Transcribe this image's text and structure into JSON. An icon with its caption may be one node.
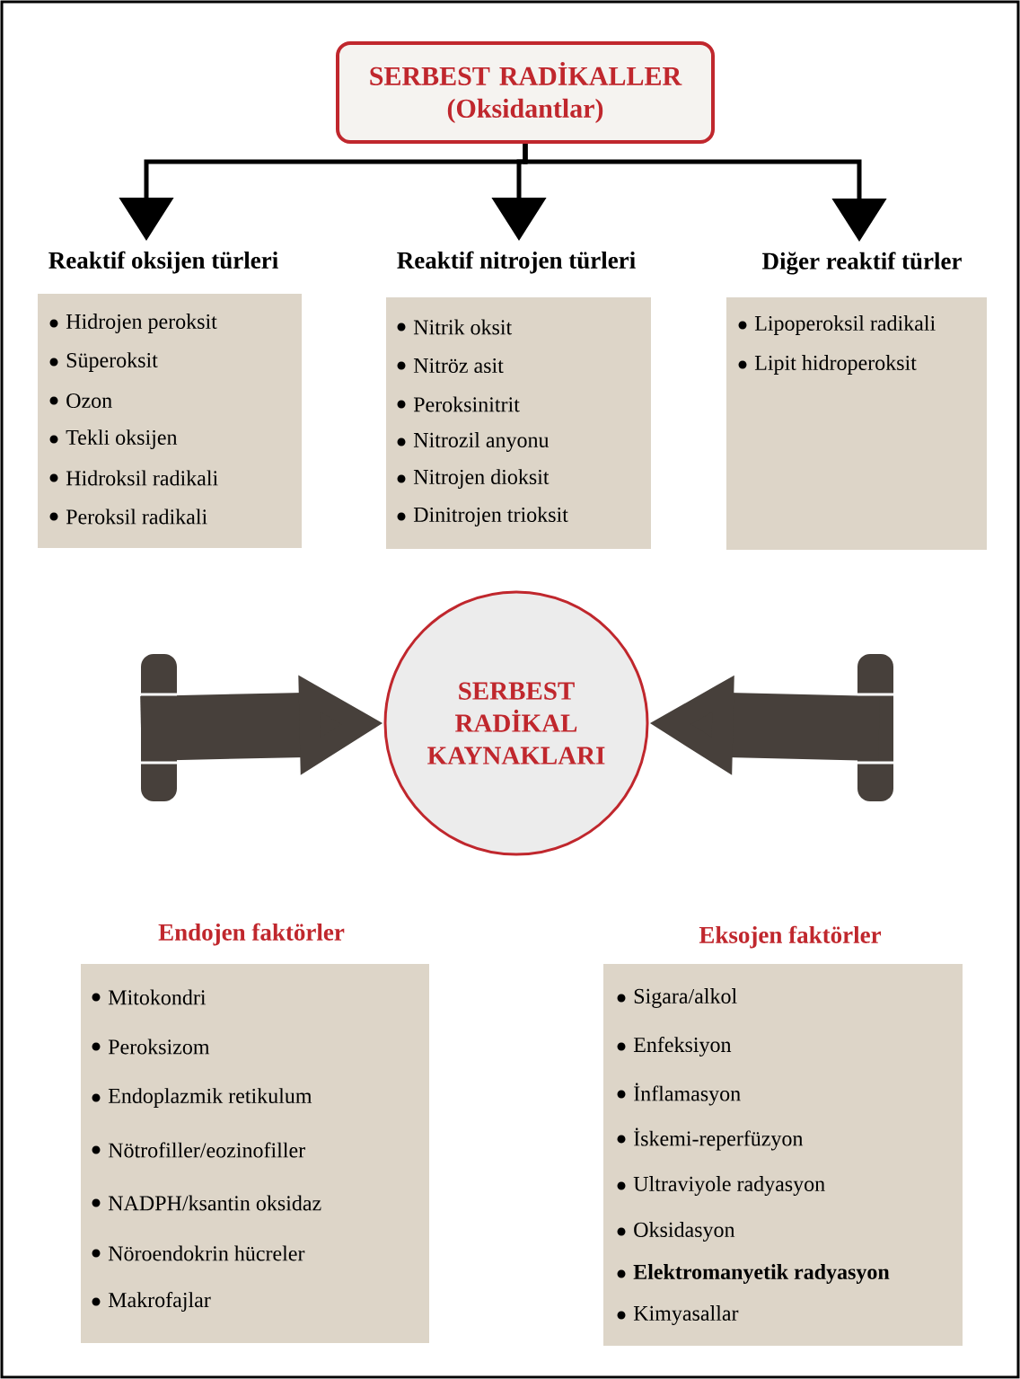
{
  "diagram": {
    "nodes": [
      {
        "text": [
          "SERBEST RADİKALLER (Oksidantlar)"
        ]
      },
      {
        "text": [
          "Reaktif oksijen türleri",
          "Hidrojen peroksit",
          "Süperoksit",
          "Ozon",
          "Tekli oksijen",
          "Hidroksil radikali",
          "Peroksil radikali"
        ]
      },
      {
        "text": [
          "Reaktif nitrojen türleri",
          "Nitrik oksit",
          "Nitröz asit",
          "Peroksinitrit",
          "Nitrozil anyonu",
          "Nitrojen dioksit",
          "Dinitrojen trioksit"
        ]
      },
      {
        "text": [
          "Diğer reaktif türler",
          "Lipoperoksil radikali",
          "Lipit hidroperoksit"
        ]
      },
      {
        "text": [
          "SERBEST RADİKAL KAYNAKLARI"
        ]
      },
      {
        "text": [
          "Endojen faktörler",
          "Mitokondri",
          "Peroksizom",
          "Endoplazmik retikulum",
          "Nötrofiller/eozinofiller",
          "NADPH/ksantin oksidaz",
          "Nöroendokrin hücreler",
          "Makrofajlar"
        ]
      },
      {
        "text": [
          "Eksojen faktörler",
          "Sigara/alkol",
          "Enfeksiyon",
          "İnflamasyon",
          "İskemi-reperfüzyon",
          "Ultraviyole radyasyon",
          "Oksidasyon",
          "**Elektromanyetik radyasyon**",
          "Kimyasallar"
        ]
      }
    ],
    "edges": [
      {
        "from": 0,
        "to": 1,
        "arrow": "to"
      },
      {
        "from": 0,
        "to": 2,
        "arrow": "to"
      },
      {
        "from": 0,
        "to": 3,
        "arrow": "to"
      },
      {
        "from": null,
        "to": 4,
        "arrow": "to",
        "style": "thick",
        "color": "#47403b"
      },
      {
        "from": null,
        "to": 4,
        "arrow": "to",
        "style": "thick",
        "color": "#47403b"
      }
    ]
  }
}
